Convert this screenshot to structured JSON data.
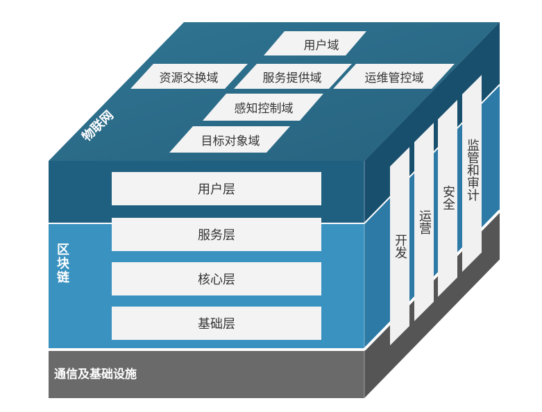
{
  "top_face": {
    "label": "物联网",
    "domains": {
      "user": "用户域",
      "resource_exchange": "资源交换域",
      "service_provision": "服务提供域",
      "operations_control": "运维管控域",
      "sensing_control": "感知控制域",
      "target_object": "目标对象域"
    }
  },
  "front_face": {
    "blockchain_label": "区块链",
    "layers": {
      "user": "用户层",
      "service": "服务层",
      "core": "核心层",
      "foundation": "基础层"
    },
    "infrastructure_label": "通信及基础设施"
  },
  "side_face": {
    "pillars": {
      "development": "开发",
      "operation": "运营",
      "security": "安全",
      "supervision_audit": "监管和审计"
    }
  },
  "colors": {
    "top_surface": "#2e6f8a",
    "iot_band": "#1f5f80",
    "blockchain_band": "#3a92c0",
    "infrastructure_band": "#6b6b6b",
    "panel": "#f1f1f1"
  }
}
